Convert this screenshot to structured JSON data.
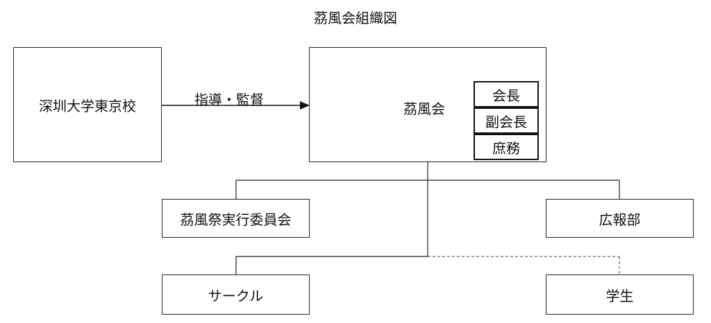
{
  "title": "茘風会組織図",
  "nodes": {
    "university": "深圳大学東京校",
    "org": "茘風会",
    "festival_committee": "茘風祭実行委員会",
    "pr_department": "広報部",
    "circles": "サークル",
    "students": "学生"
  },
  "roles": [
    "会長",
    "副会長",
    "庶務"
  ],
  "edges": {
    "guidance_label": "指導・監督"
  }
}
